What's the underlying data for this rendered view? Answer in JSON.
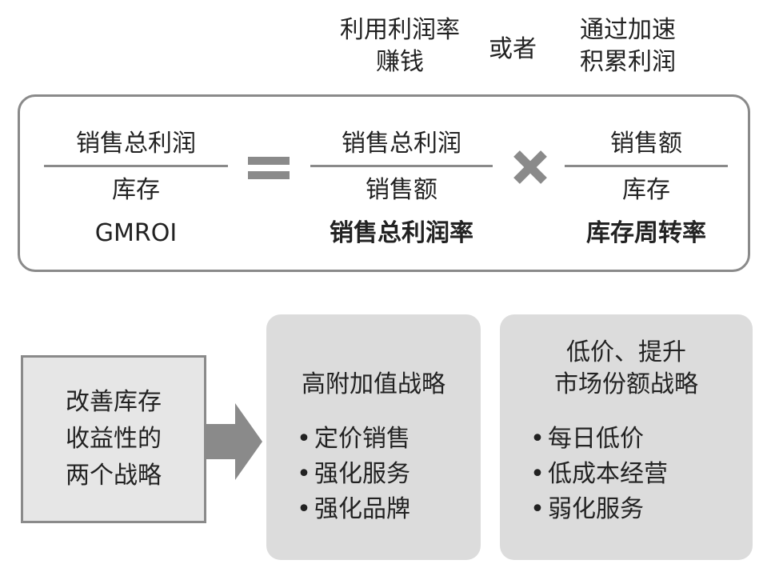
{
  "top": {
    "margin_line1": "利用利润率",
    "margin_line2": "赚钱",
    "or": "或者",
    "turnover_line1": "通过加速",
    "turnover_line2": "积累利润"
  },
  "formula": {
    "lhs_numerator": "销售总利润",
    "lhs_denominator": "库存",
    "lhs_caption": "GMROI",
    "equals_sign": "=",
    "r1_numerator": "销售总利润",
    "r1_denominator": "销售额",
    "r1_caption": "销售总利润率",
    "times_sign": "×",
    "r2_numerator": "销售额",
    "r2_denominator": "库存",
    "r2_caption": "库存周转率"
  },
  "strategies": {
    "topic_line1": "改善库存",
    "topic_line2": "收益性的",
    "topic_line3": "两个战略",
    "bullet": "•",
    "high": {
      "title": "高附加值战略",
      "items": [
        "定价销售",
        "强化服务",
        "强化品牌"
      ]
    },
    "low": {
      "title_line1": "低价、提升",
      "title_line2": "市场份额战略",
      "items": [
        "每日低价",
        "低成本经营",
        "弱化服务"
      ]
    }
  },
  "colors": {
    "border_gray": "#8a8a8a",
    "card_fill": "#dcdcdc",
    "topic_fill": "#e6e6e6"
  }
}
